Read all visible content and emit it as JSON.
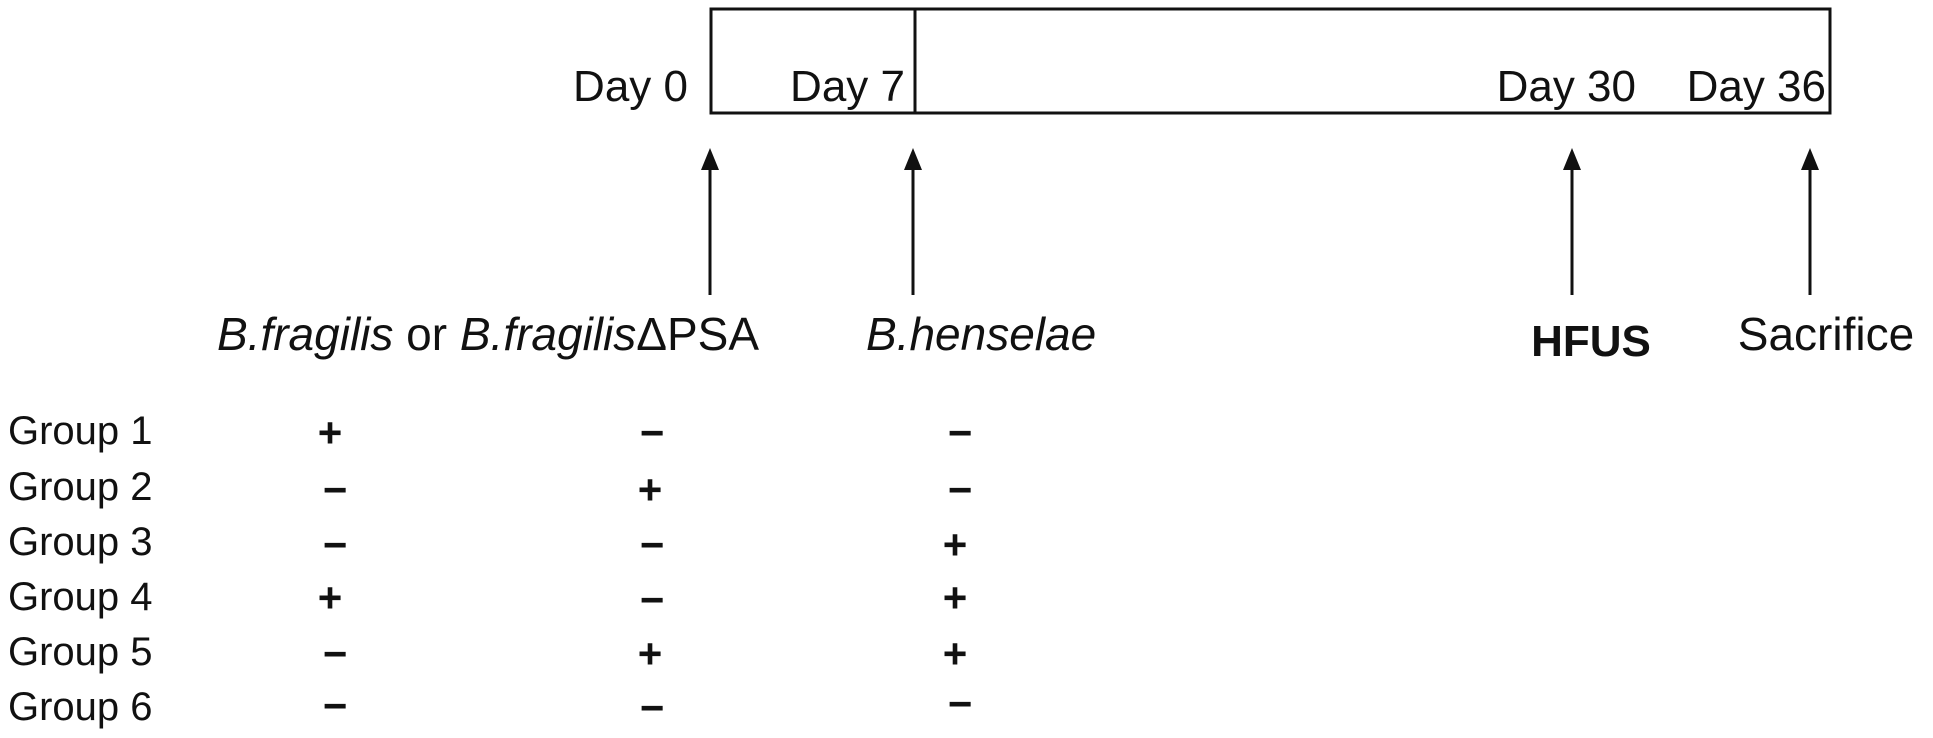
{
  "timeline": {
    "days": [
      "Day 0",
      "Day 7",
      "Day 30",
      "Day 36"
    ]
  },
  "agents": {
    "bf_italic": "B.fragilis",
    "or_text": " or ",
    "bfpsa_italic": "B.fragilis",
    "bfpsa_suffix": "ΔPSA",
    "bh_italic": "B.henselae",
    "hfus": "HFUS",
    "sacrifice": "Sacrifice"
  },
  "groups": [
    {
      "label": "Group 1",
      "signs": [
        "+",
        "−",
        "−"
      ]
    },
    {
      "label": "Group 2",
      "signs": [
        "−",
        "+",
        "−"
      ]
    },
    {
      "label": "Group 3",
      "signs": [
        "−",
        "−",
        "+"
      ]
    },
    {
      "label": "Group 4",
      "signs": [
        "+",
        "−",
        "+"
      ]
    },
    {
      "label": "Group 5",
      "signs": [
        "−",
        "+",
        "+"
      ]
    },
    {
      "label": "Group 6",
      "signs": [
        "−",
        "−",
        "−"
      ]
    }
  ]
}
